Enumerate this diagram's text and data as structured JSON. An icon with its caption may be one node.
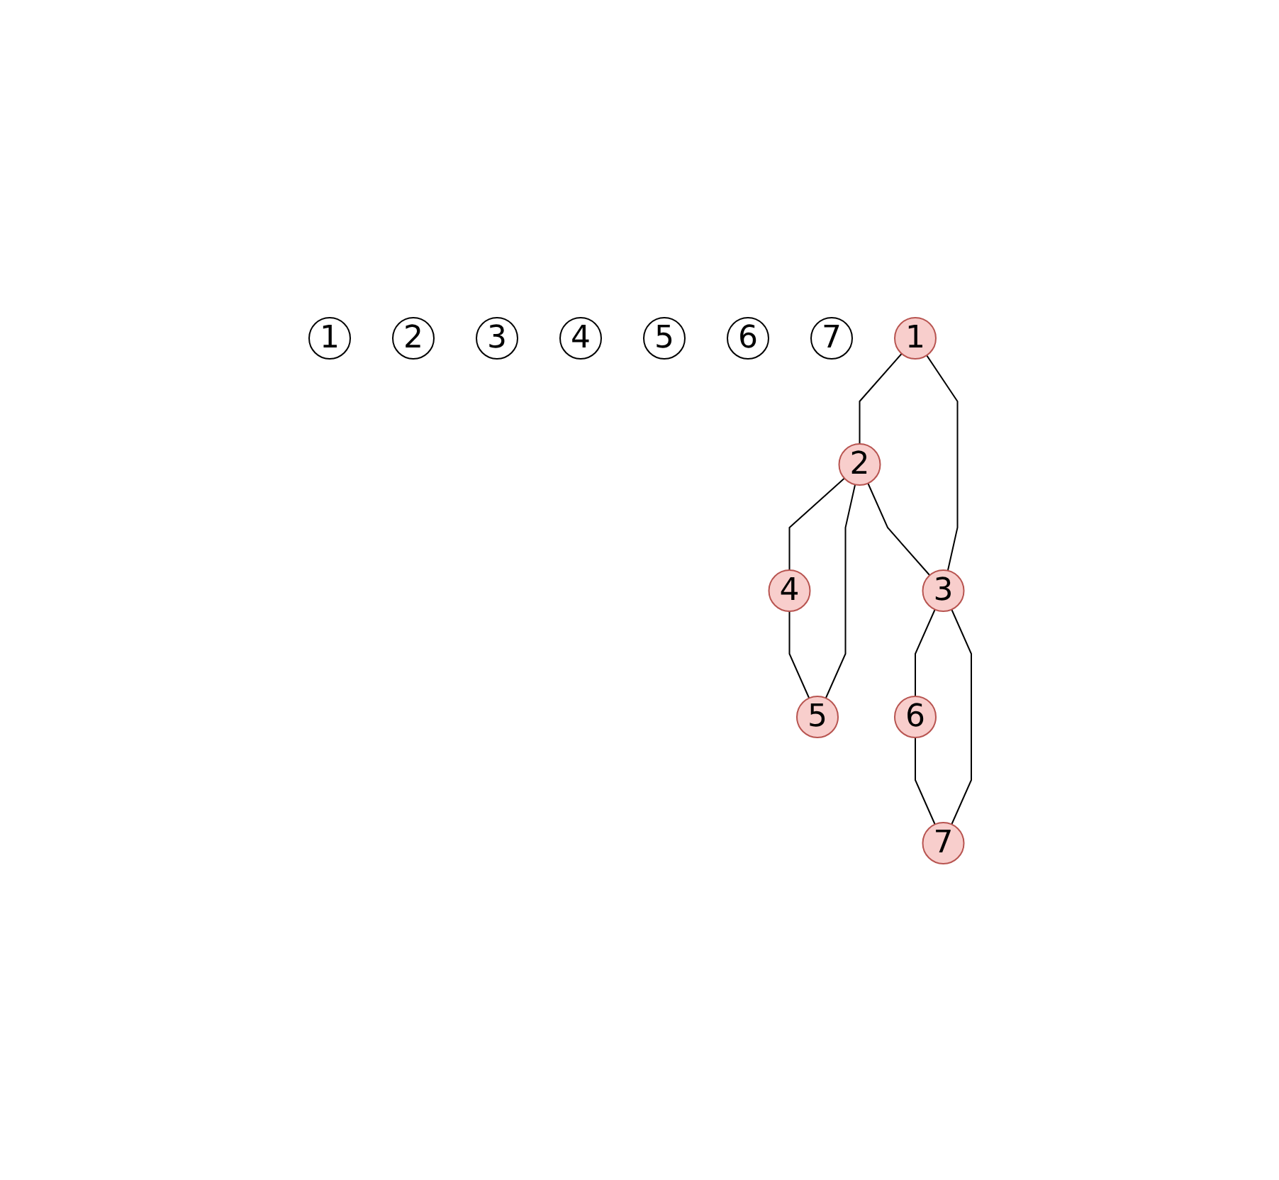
{
  "diagram": {
    "nodes": [
      {
        "text": [
          "1"
        ]
      },
      {
        "text": [
          "2"
        ]
      },
      {
        "text": [
          "3"
        ]
      },
      {
        "text": [
          "4"
        ]
      },
      {
        "text": [
          "5"
        ]
      },
      {
        "text": [
          "6"
        ]
      },
      {
        "text": [
          "7"
        ]
      },
      {
        "text": [
          "1"
        ]
      },
      {
        "text": [
          "2"
        ]
      },
      {
        "text": [
          "3"
        ]
      },
      {
        "text": [
          "4"
        ]
      },
      {
        "text": [
          "5"
        ]
      },
      {
        "text": [
          "6"
        ]
      },
      {
        "text": [
          "7"
        ]
      }
    ],
    "edges": [
      {
        "from": 7,
        "to": 8,
        "arrow": "none"
      },
      {
        "from": 7,
        "to": 9,
        "arrow": "none"
      },
      {
        "from": 8,
        "to": 9,
        "arrow": "none"
      },
      {
        "from": 8,
        "to": 10,
        "arrow": "none"
      },
      {
        "from": 8,
        "to": 11,
        "arrow": "none"
      },
      {
        "from": 10,
        "to": 11,
        "arrow": "none"
      },
      {
        "from": 9,
        "to": 12,
        "arrow": "none"
      },
      {
        "from": 9,
        "to": 13,
        "arrow": "none"
      },
      {
        "from": 12,
        "to": 13,
        "arrow": "none"
      }
    ]
  }
}
